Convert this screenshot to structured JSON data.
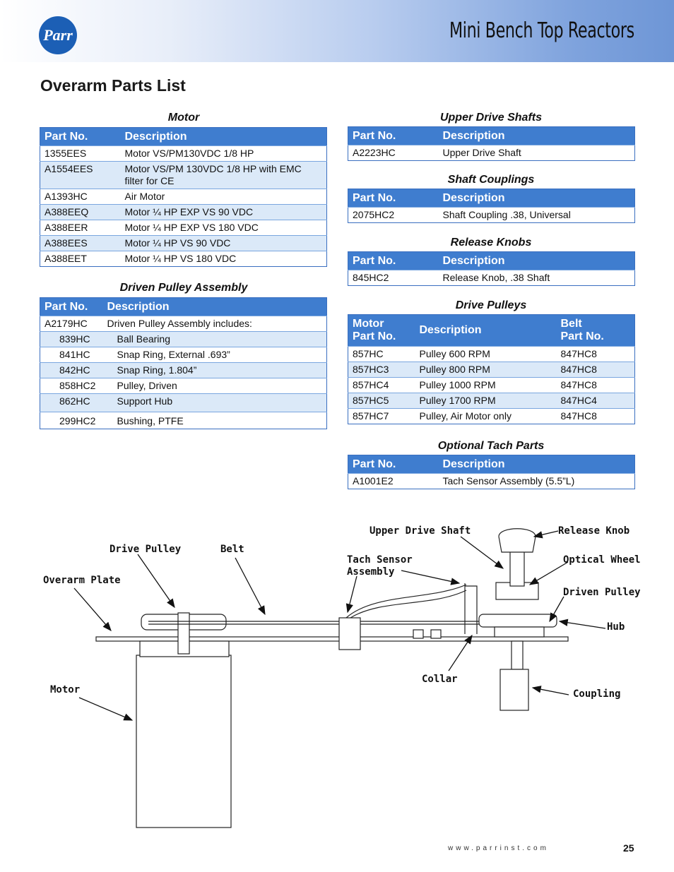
{
  "header": {
    "logo_text": "Parr",
    "title": "Mini Bench Top Reactors"
  },
  "page_title": "Overarm Parts List",
  "motor": {
    "caption": "Motor",
    "headers": [
      "Part No.",
      "Description"
    ],
    "rows": [
      [
        "1355EES",
        "Motor VS/PM130VDC 1/8 HP"
      ],
      [
        "A1554EES",
        "Motor VS/PM 130VDC 1/8 HP with EMC filter for CE"
      ],
      [
        "A1393HC",
        "Air Motor"
      ],
      [
        "A388EEQ",
        "Motor ¼ HP EXP VS 90 VDC"
      ],
      [
        "A388EER",
        "Motor ¼ HP EXP VS 180 VDC"
      ],
      [
        "A388EES",
        "Motor ¼ HP VS 90 VDC"
      ],
      [
        "A388EET",
        "Motor ¼ HP VS 180 VDC"
      ]
    ]
  },
  "driven_pulley": {
    "caption": "Driven Pulley Assembly",
    "headers": [
      "Part No.",
      "Description"
    ],
    "rows": [
      [
        "A2179HC",
        "Driven Pulley Assembly includes:"
      ],
      [
        "839HC",
        "Ball Bearing"
      ],
      [
        "841HC",
        "Snap Ring, External .693”"
      ],
      [
        "842HC",
        "Snap Ring, 1.804”"
      ],
      [
        "858HC2",
        "Pulley, Driven"
      ],
      [
        "862HC",
        "Support Hub"
      ],
      [
        "299HC2",
        "Bushing, PTFE"
      ]
    ]
  },
  "upper_drive_shafts": {
    "caption": "Upper Drive Shafts",
    "headers": [
      "Part No.",
      "Description"
    ],
    "rows": [
      [
        "A2223HC",
        "Upper Drive Shaft"
      ]
    ]
  },
  "shaft_couplings": {
    "caption": "Shaft Couplings",
    "headers": [
      "Part No.",
      "Description"
    ],
    "rows": [
      [
        "2075HC2",
        "Shaft Coupling .38, Universal"
      ]
    ]
  },
  "release_knobs": {
    "caption": "Release Knobs",
    "headers": [
      "Part No.",
      "Description"
    ],
    "rows": [
      [
        "845HC2",
        "Release Knob, .38 Shaft"
      ]
    ]
  },
  "drive_pulleys": {
    "caption": "Drive Pulleys",
    "headers": [
      "Motor",
      "Part No.",
      "Description",
      "Belt",
      "Part No."
    ],
    "rows": [
      [
        "857HC",
        "Pulley 600 RPM",
        "847HC8"
      ],
      [
        "857HC3",
        "Pulley 800 RPM",
        "847HC8"
      ],
      [
        "857HC4",
        "Pulley 1000 RPM",
        "847HC8"
      ],
      [
        "857HC5",
        "Pulley 1700 RPM",
        "847HC4"
      ],
      [
        "857HC7",
        "Pulley, Air Motor only",
        "847HC8"
      ]
    ]
  },
  "optional_tach": {
    "caption": "Optional Tach Parts",
    "headers": [
      "Part No.",
      "Description"
    ],
    "rows": [
      [
        "A1001E2",
        "Tach Sensor Assembly (5.5”L)"
      ]
    ]
  },
  "diagram_labels": {
    "upper_drive_shaft": "Upper Drive Shaft",
    "release_knob": "Release Knob",
    "drive_pulley": "Drive Pulley",
    "belt": "Belt",
    "tach_sensor_1": "Tach Sensor",
    "tach_sensor_2": "Assembly",
    "optical_wheel": "Optical Wheel",
    "overarm_plate": "Overarm Plate",
    "driven_pulley": "Driven Pulley",
    "hub": "Hub",
    "motor": "Motor",
    "collar": "Collar",
    "coupling": "Coupling"
  },
  "footer": {
    "url": "www.parrinst.com",
    "page": "25"
  },
  "colors": {
    "header_blue": "#3f7dcf",
    "row_alt": "#dbe9f8",
    "logo_blue": "#1c5fb5"
  }
}
